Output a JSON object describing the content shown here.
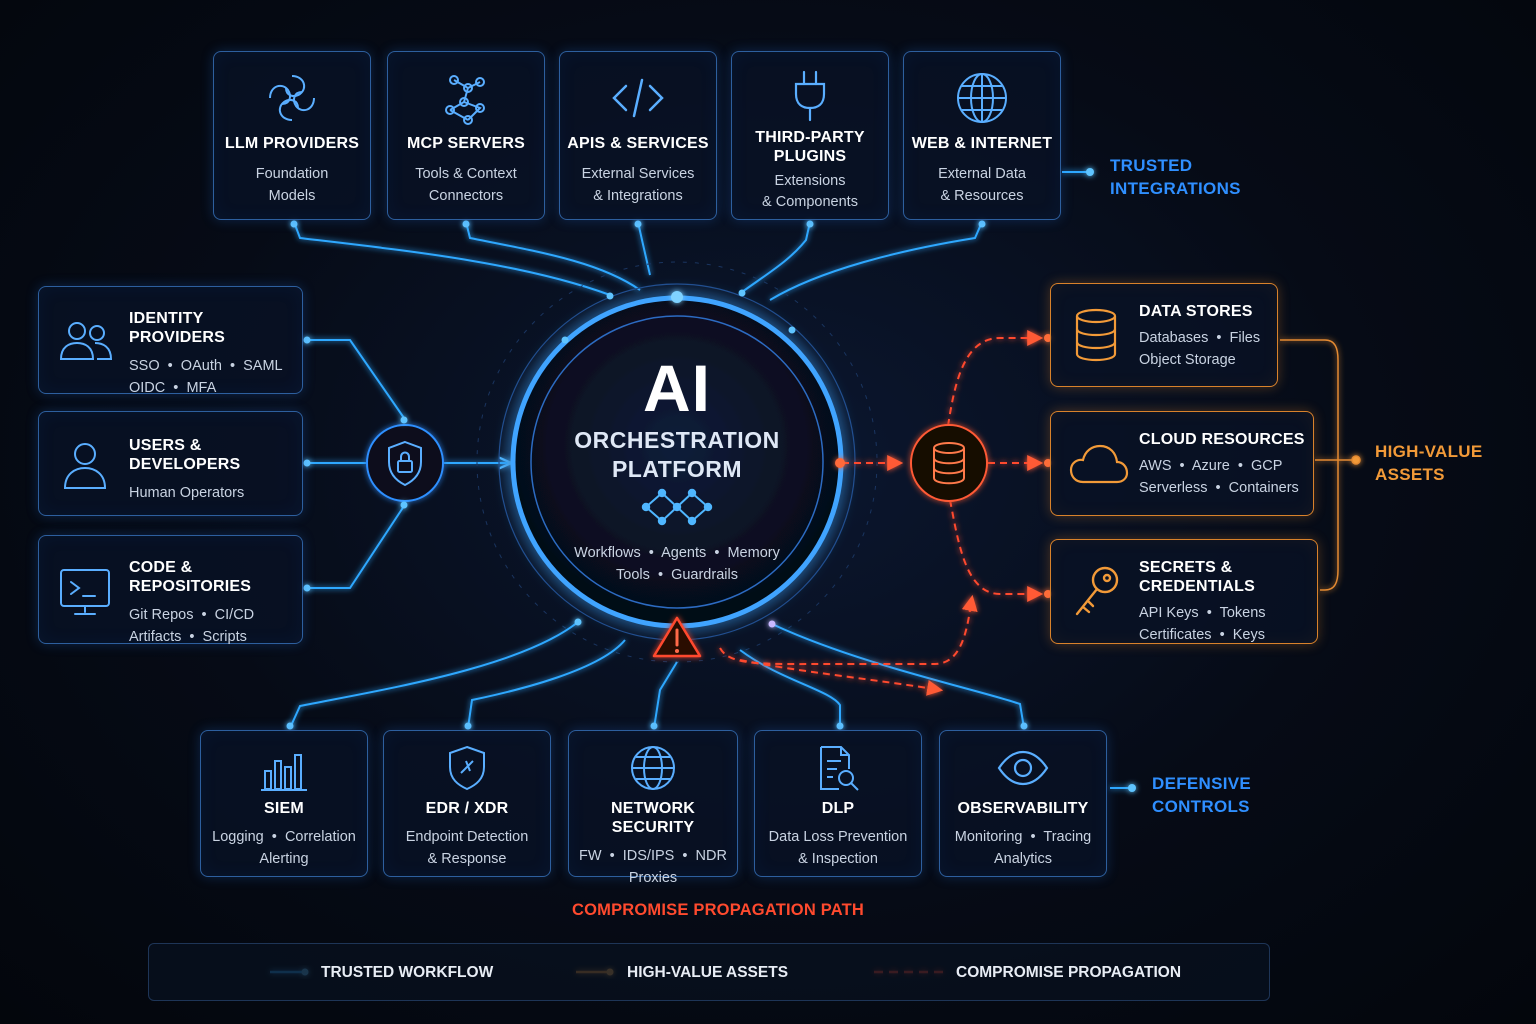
{
  "colors": {
    "trusted_blue": "#2fa8ff",
    "asset_orange": "#f29a38",
    "compromise_red": "#ff4a2e",
    "label_blue": "#2f8fff"
  },
  "top_cards": [
    {
      "icon": "llm-swirl-icon",
      "title": "LLM PROVIDERS",
      "line1": "Foundation",
      "line2": "Models"
    },
    {
      "icon": "mcp-network-icon",
      "title": "MCP SERVERS",
      "line1": "Tools & Context",
      "line2": "Connectors"
    },
    {
      "icon": "code-brackets-icon",
      "title": "APIS & SERVICES",
      "line1": "External Services",
      "line2": "& Integrations"
    },
    {
      "icon": "plug-icon",
      "title": "THIRD-PARTY",
      "title2": "PLUGINS",
      "line1": "Extensions",
      "line2": "& Components"
    },
    {
      "icon": "globe-icon",
      "title": "WEB & INTERNET",
      "line1": "External Data",
      "line2": "& Resources"
    }
  ],
  "left_cards": [
    {
      "icon": "users-group-icon",
      "title": "IDENTITY PROVIDERS",
      "line1": "SSO  •  OAuth  •  SAML",
      "line2": "OIDC  •  MFA"
    },
    {
      "icon": "user-icon",
      "title": "USERS & DEVELOPERS",
      "line1": "Human Operators",
      "line2": ""
    },
    {
      "icon": "terminal-icon",
      "title": "CODE & REPOSITORIES",
      "line1": "Git Repos  •  CI/CD",
      "line2": "Artifacts  •  Scripts"
    }
  ],
  "right_cards": [
    {
      "icon": "database-icon",
      "title": "DATA STORES",
      "line1": "Databases  •  Files",
      "line2": "Object Storage"
    },
    {
      "icon": "cloud-icon",
      "title": "CLOUD RESOURCES",
      "line1": "AWS  •  Azure  •  GCP",
      "line2": "Serverless  •  Containers"
    },
    {
      "icon": "key-icon",
      "title": "SECRETS & CREDENTIALS",
      "line1": "API Keys  •  Tokens",
      "line2": "Certificates  •  Keys"
    }
  ],
  "bottom_cards": [
    {
      "icon": "bar-chart-icon",
      "title": "SIEM",
      "line1": "Logging  •  Correlation",
      "line2": "Alerting"
    },
    {
      "icon": "shield-icon",
      "title": "EDR / XDR",
      "line1": "Endpoint Detection",
      "line2": "& Response"
    },
    {
      "icon": "globe-icon",
      "title": "NETWORK SECURITY",
      "line1": "FW  •  IDS/IPS  •  NDR",
      "line2": "Proxies"
    },
    {
      "icon": "document-search-icon",
      "title": "DLP",
      "line1": "Data Loss Prevention",
      "line2": "& Inspection"
    },
    {
      "icon": "eye-icon",
      "title": "OBSERVABILITY",
      "line1": "Monitoring  •  Tracing",
      "line2": "Analytics"
    }
  ],
  "group_labels": {
    "trusted": [
      "TRUSTED",
      "INTEGRATIONS"
    ],
    "assets": [
      "HIGH-VALUE",
      "ASSETS"
    ],
    "defensive": [
      "DEFENSIVE",
      "CONTROLS"
    ]
  },
  "center": {
    "big": "AI",
    "line1": "ORCHESTRATION",
    "line2": "PLATFORM",
    "features1": "Workflows  •  Agents  •  Memory",
    "features2": "Tools  •  Guardrails"
  },
  "path_label": "COMPROMISE PROPAGATION PATH",
  "legend": [
    {
      "label": "TRUSTED WORKFLOW"
    },
    {
      "label": "HIGH-VALUE ASSETS"
    },
    {
      "label": "COMPROMISE PROPAGATION"
    }
  ]
}
